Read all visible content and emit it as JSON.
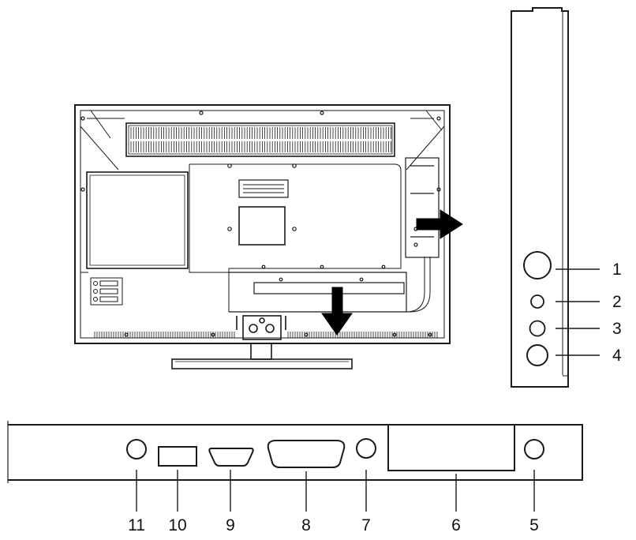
{
  "side_callouts": [
    {
      "key": "c1",
      "label": "1"
    },
    {
      "key": "c2",
      "label": "2"
    },
    {
      "key": "c3",
      "label": "3"
    },
    {
      "key": "c4",
      "label": "4"
    }
  ],
  "bottom_callouts": [
    {
      "key": "c11",
      "label": "11"
    },
    {
      "key": "c10",
      "label": "10"
    },
    {
      "key": "c9",
      "label": "9"
    },
    {
      "key": "c8",
      "label": "8"
    },
    {
      "key": "c7",
      "label": "7"
    },
    {
      "key": "c6",
      "label": "6"
    },
    {
      "key": "c5",
      "label": "5"
    }
  ],
  "colors": {
    "line": "#1a1a1a",
    "arrow": "#000000"
  }
}
